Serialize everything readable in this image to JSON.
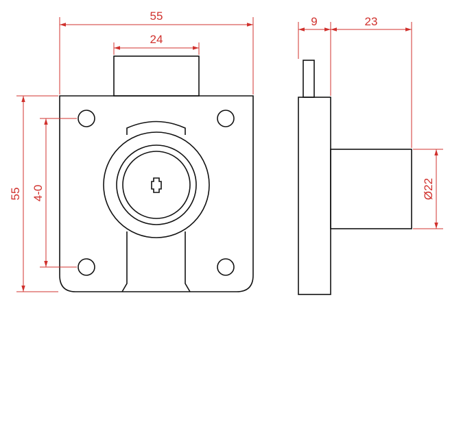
{
  "colors": {
    "outline": "#111111",
    "dimension": "#d0312d",
    "background": "#ffffff"
  },
  "dimensions": {
    "front_width": "55",
    "bolt_width": "24",
    "front_height": "55",
    "hole_spacing": "4-0",
    "side_plate_thickness": "9",
    "side_cylinder_length": "23",
    "cylinder_diameter": "Ø22"
  }
}
